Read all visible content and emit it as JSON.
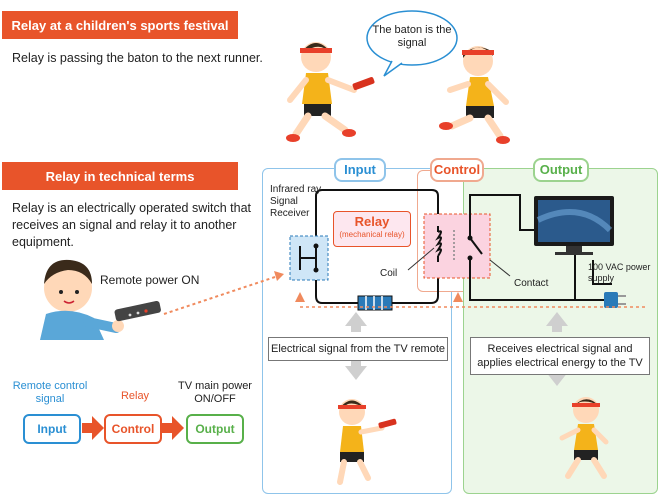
{
  "festival": {
    "banner": "Relay at a children's sports festival",
    "text": "Relay is passing the baton to the next runner.",
    "speech": "The baton is the signal"
  },
  "technical": {
    "banner": "Relay in technical terms",
    "text": "Relay is an electrically operated switch that receives an signal and relay it to another equipment.",
    "remote_label": "Remote power ON"
  },
  "panels": {
    "input": "Input",
    "control": "Control",
    "output": "Output"
  },
  "circuit": {
    "receiver_label": "Infrared ray Signal Receiver",
    "relay_title": "Relay",
    "relay_sub": "(mechanical relay)",
    "coil": "Coil",
    "contact": "Contact",
    "supply": "100 VAC power supply",
    "input_note": "Electrical signal from the TV remote",
    "output_note": "Receives electrical signal and applies electrical energy to the TV"
  },
  "flow": {
    "input_caption": "Remote control signal",
    "control_caption": "Relay",
    "output_caption": "TV main power ON/OFF",
    "input_box": "Input",
    "control_box": "Control",
    "output_box": "Output"
  },
  "colors": {
    "accent": "#e8542a",
    "input": "#2a8fd3",
    "control": "#e8542a",
    "output": "#58b04a"
  }
}
